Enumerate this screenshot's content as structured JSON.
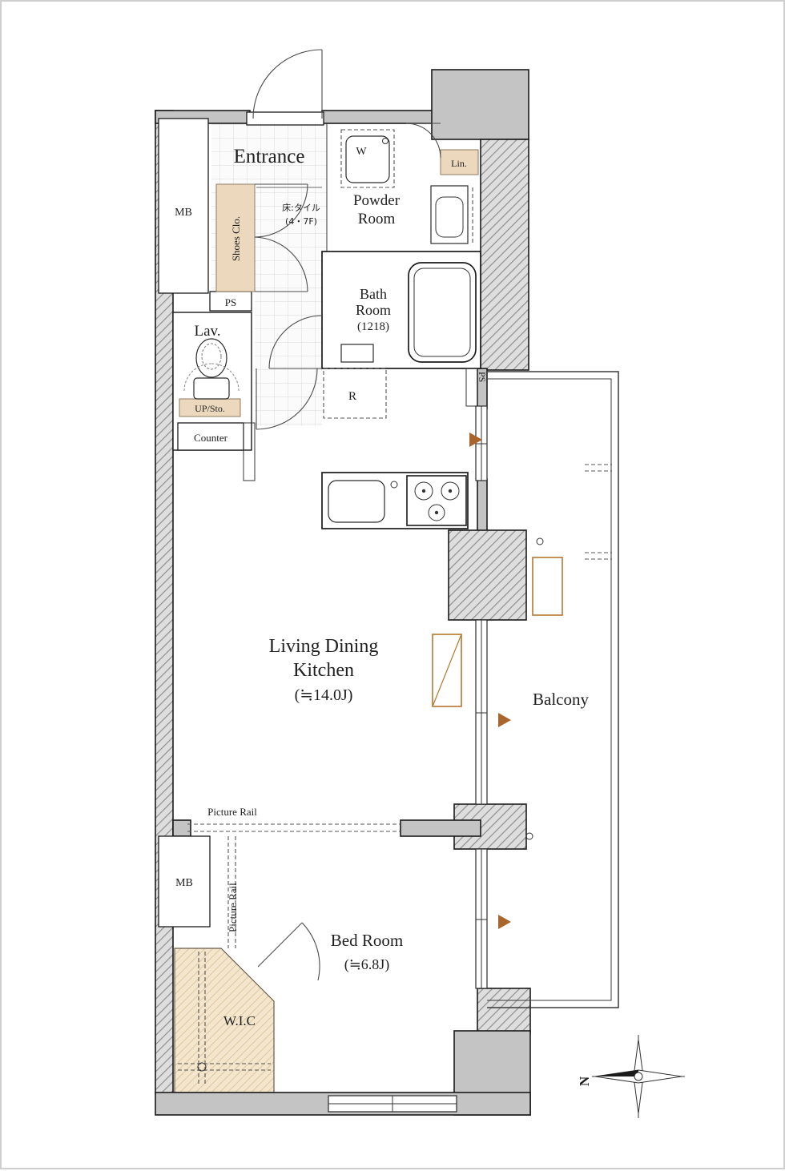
{
  "page": {
    "type": "apartment-floor-plan"
  },
  "rooms": {
    "entrance": {
      "label": "Entrance"
    },
    "powder_room": {
      "lines": [
        "Powder",
        "Room"
      ]
    },
    "bath_room": {
      "lines": [
        "Bath",
        "Room",
        "(1218)"
      ]
    },
    "lav": {
      "label": "Lav."
    },
    "ldk": {
      "lines": [
        "Living Dining",
        "Kitchen",
        "(≒14.0J)"
      ]
    },
    "bed_room": {
      "lines": [
        "Bed Room",
        "(≒6.8J)"
      ]
    },
    "balcony": {
      "label": "Balcony"
    },
    "wic": {
      "label": "W.I.C"
    }
  },
  "labels": {
    "mb_top": "MB",
    "mb_bottom": "MB",
    "ps_top": "PS",
    "ps_right": "PS",
    "shoes_closet": "Shoes Clo.",
    "linen": "Lin.",
    "washer": "W",
    "refrigerator": "R",
    "up_storage": "UP/Sto.",
    "counter": "Counter",
    "floor_note": [
      "床:タイル",
      "(4・7F)"
    ],
    "picture_rail_horizontal": "Picture Rail",
    "picture_rail_vertical": "Picture Rail",
    "compass_north": "N"
  },
  "colors": {
    "wall_gray": "#c5c4c4",
    "accent_beige": "#ecd8bd",
    "accent_orange": "#a9662c",
    "outline": "#1a1a1a"
  }
}
